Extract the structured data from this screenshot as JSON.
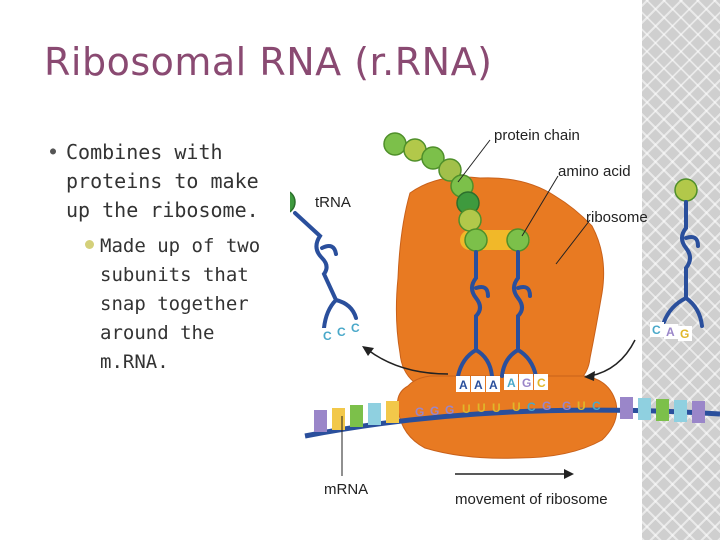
{
  "slide": {
    "title": "Ribosomal RNA (r.RNA)",
    "bullet": {
      "text": "Combines with proteins to make up the ribosome.",
      "sub_bullet": "Made up of two subunits that snap together around the m.RNA."
    }
  },
  "figure": {
    "labels": {
      "protein_chain": "protein chain",
      "amino_acid": "amino acid",
      "trna": "tRNA",
      "ribosome": "ribosome",
      "mrna": "mRNA",
      "movement": "movement of ribosome"
    },
    "mrna_codons": [
      "G",
      "G",
      "G",
      "U",
      "U",
      "U",
      "U",
      "C",
      "G",
      "G",
      "U",
      "C"
    ],
    "anticodon_left_trna": [
      "C",
      "C",
      "C"
    ],
    "anticodon_middle": [
      "A",
      "A",
      "A"
    ],
    "anticodon_right_in_ribosome": [
      "A",
      "G",
      "C"
    ],
    "anticodon_right_trna": [
      "C",
      "A",
      "G"
    ],
    "colors": {
      "title": "#8a4a72",
      "ribosome": "#e87a22",
      "trna": "#2a4f9c",
      "amino_acid": "#7cc04a",
      "amino_acid_highlight": "#f2c32a",
      "mrna_backbone": "#2a4f9c"
    }
  }
}
